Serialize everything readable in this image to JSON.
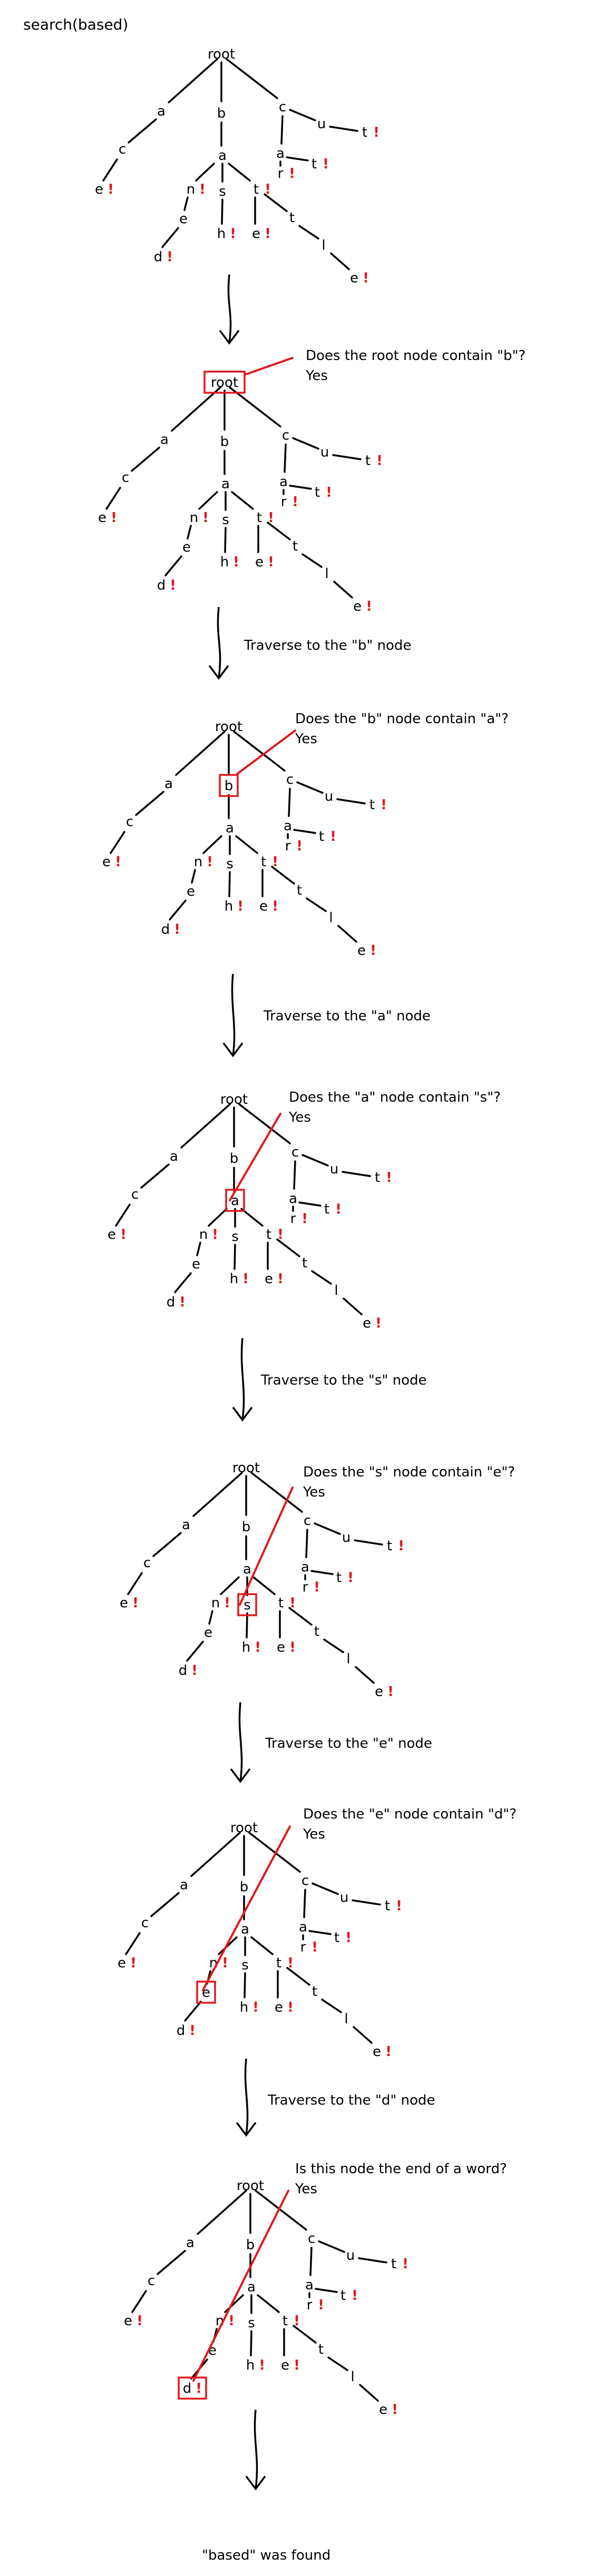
{
  "title": "search(based)",
  "trie": {
    "root": "root",
    "letters": {
      "a1": "a",
      "c1": "c",
      "e1": "e",
      "b": "b",
      "a2": "a",
      "n": "n",
      "s": "s",
      "t1": "t",
      "e2": "e",
      "h": "h",
      "e3": "e",
      "d": "d",
      "t2": "t",
      "l": "l",
      "e4": "e",
      "c2": "c",
      "u": "u",
      "t3": "t",
      "a3": "a",
      "r": "r",
      "t4": "t"
    },
    "end_marker": "!",
    "end_nodes": [
      "e1",
      "n",
      "t1",
      "d",
      "h",
      "e3",
      "e4",
      "t3",
      "r",
      "t4"
    ]
  },
  "steps": [
    {
      "question": "",
      "answer": "",
      "highlight": "",
      "arrow_label": ""
    },
    {
      "question": "Does the root node contain \"b\"?",
      "answer": "Yes",
      "highlight": "root",
      "arrow_label": "Traverse to the \"b\" node"
    },
    {
      "question": "Does the \"b\" node contain \"a\"?",
      "answer": "Yes",
      "highlight": "b",
      "arrow_label": "Traverse to the \"a\" node"
    },
    {
      "question": "Does the \"a\" node contain \"s\"?",
      "answer": "Yes",
      "highlight": "a2",
      "arrow_label": "Traverse to the \"s\" node"
    },
    {
      "question": "Does the \"s\" node contain \"e\"?",
      "answer": "Yes",
      "highlight": "s",
      "arrow_label": "Traverse to the \"e\" node"
    },
    {
      "question": "Does the \"e\" node contain \"d\"?",
      "answer": "Yes",
      "highlight": "e2",
      "arrow_label": "Traverse to the \"d\" node"
    },
    {
      "question": "Is this node the end of a word?",
      "answer": "Yes",
      "highlight": "d",
      "arrow_label": ""
    }
  ],
  "result": "\"based\" was found",
  "colors": {
    "ink": "#000000",
    "accent": "#e0191b"
  }
}
